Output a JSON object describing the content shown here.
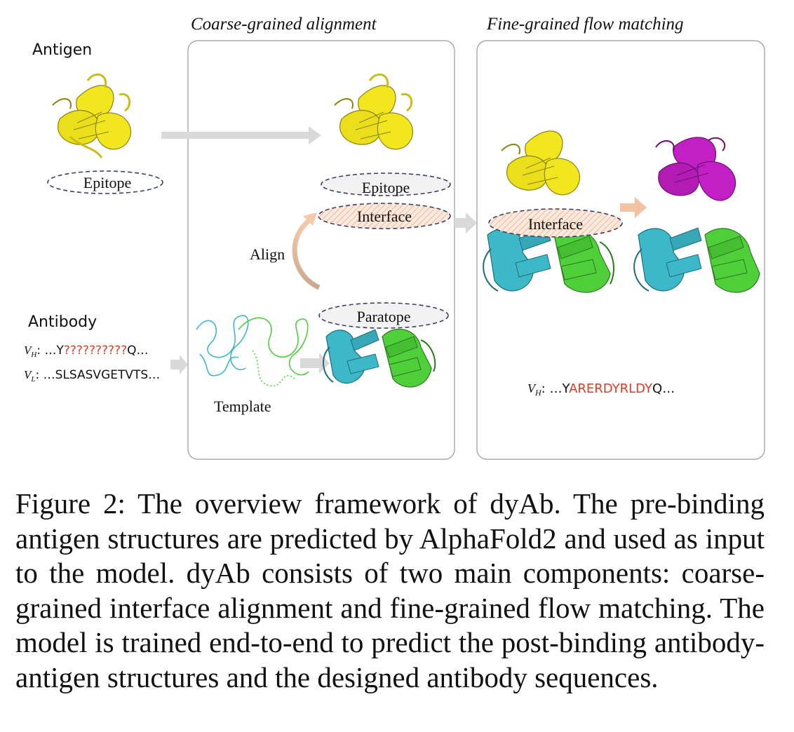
{
  "figure": {
    "antigen_label": "Antigen",
    "antibody_label": "Antibody",
    "panel_coarse_title": "Coarse-grained alignment",
    "panel_fine_title": "Fine-grained flow matching",
    "epitope_label": "Epitope",
    "interface_label": "Interface",
    "paratope_label": "Paratope",
    "align_label": "Align",
    "template_label": "Template",
    "vh_input": {
      "sub": "H",
      "prefix": ": …Y",
      "masked": "??????????",
      "suffix": "Q…"
    },
    "vl_input": {
      "sub": "L",
      "text": ": …SLSASVGETVTS…"
    },
    "vh_output": {
      "sub": "H",
      "prefix": ": …Y",
      "designed": "ARERDYRLDY",
      "suffix": "Q…"
    },
    "colors": {
      "antigen": "#f2e61f",
      "antigen_bound": "#c21fc4",
      "heavy_chain": "#3cb8c8",
      "light_chain": "#4fcf3a",
      "designed_residues": "#e03a22",
      "arrow_gray": "#d9d9d9",
      "arrow_peach": "#f3c2a2",
      "panel_border": "#999999"
    }
  },
  "caption": "Figure 2: The overview framework of dyAb. The pre-binding antigen structures are predicted by AlphaFold2 and used as input to the model. dyAb consists of two main components: coarse-grained interface alignment and fine-grained flow matching. The model is trained end-to-end to predict the post-binding antibody-antigen structures and the designed antibody sequences."
}
